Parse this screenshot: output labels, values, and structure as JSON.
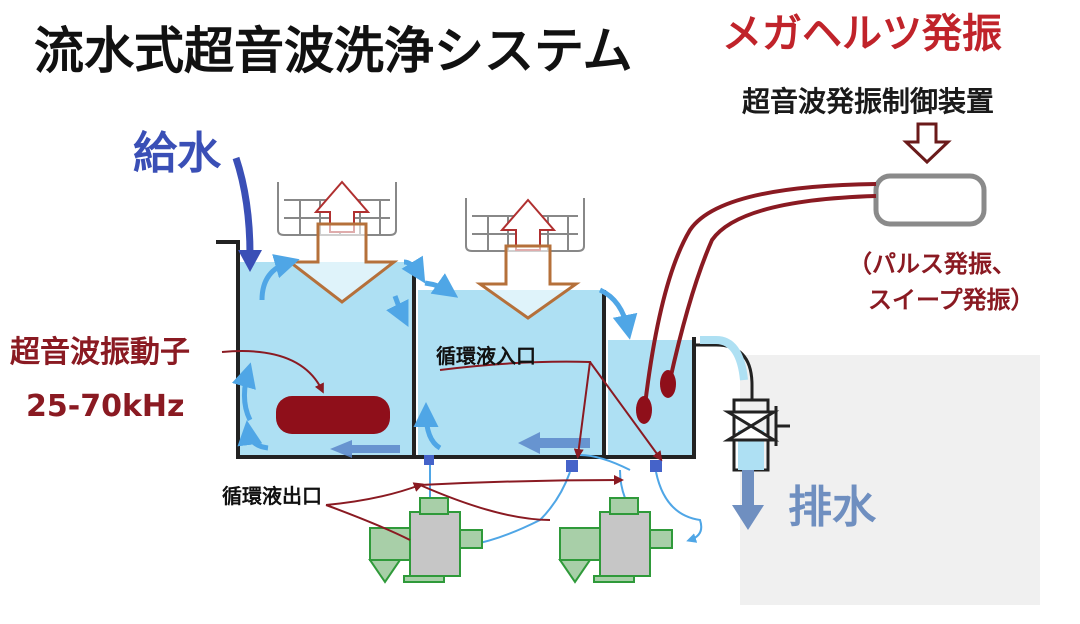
{
  "title": "流水式超音波洗浄システム",
  "megahertz_label": "メガヘルツ発振",
  "controller_label": "超音波発振制御装置",
  "controller_note_line1": "（パルス発振、",
  "controller_note_line2": "スイープ発振）",
  "water_supply_label": "給水",
  "drain_label": "排水",
  "transducer_label": "超音波振動子",
  "transducer_freq": "25-70kHz",
  "circulation_inlet_label": "循環液入口",
  "circulation_outlet_label": "循環液出口",
  "colors": {
    "water": "#aee0f3",
    "flow_arrow": "#4fa6e6",
    "supply_arrow": "#3a4fb6",
    "drain_arrow": "#6f8fc0",
    "cable": "#8a1a22",
    "pump": "#a8cfa8",
    "pump_outline": "#2f9a3a",
    "basket_arrow": "#b5703a",
    "tank_wall": "#222222"
  }
}
